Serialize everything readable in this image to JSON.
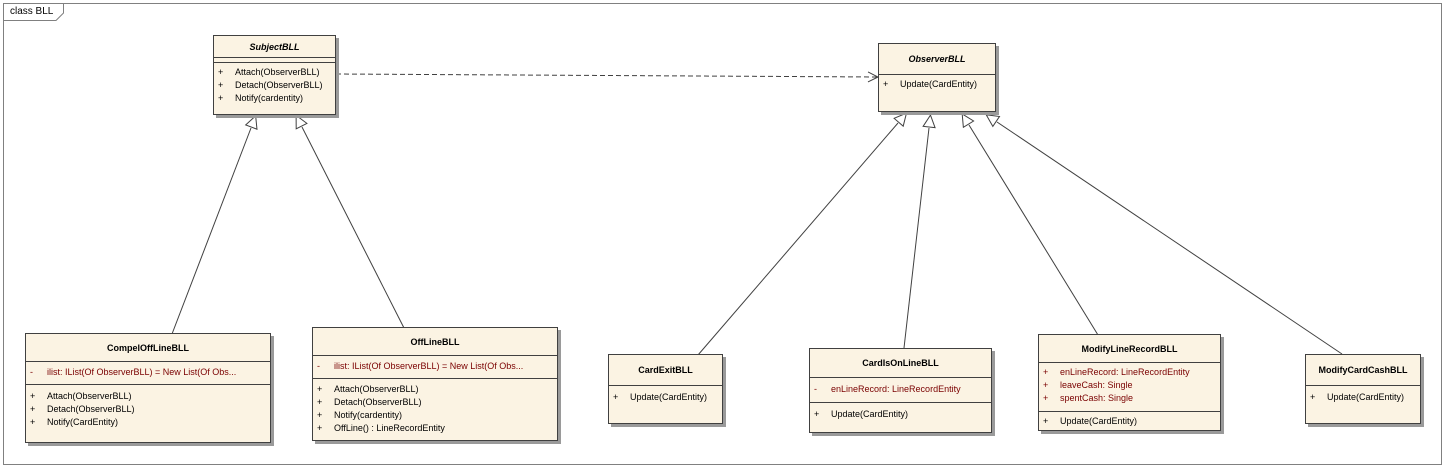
{
  "frame": {
    "label": "class BLL"
  },
  "classes": {
    "subject": {
      "name": "SubjectBLL",
      "attributes": [],
      "operations": [
        {
          "vis": "+",
          "sig": "Attach(ObserverBLL)"
        },
        {
          "vis": "+",
          "sig": "Detach(ObserverBLL)"
        },
        {
          "vis": "+",
          "sig": "Notify(cardentity)"
        }
      ]
    },
    "observer": {
      "name": "ObserverBLL",
      "operations": [
        {
          "vis": "+",
          "sig": "Update(CardEntity)"
        }
      ]
    },
    "compel": {
      "name": "CompelOffLineBLL",
      "attributes": [
        {
          "vis": "-",
          "sig": "ilist:  IList(Of ObserverBLL) = New List(Of Obs..."
        }
      ],
      "operations": [
        {
          "vis": "+",
          "sig": "Attach(ObserverBLL)"
        },
        {
          "vis": "+",
          "sig": "Detach(ObserverBLL)"
        },
        {
          "vis": "+",
          "sig": "Notify(CardEntity)"
        }
      ]
    },
    "offline": {
      "name": "OffLineBLL",
      "attributes": [
        {
          "vis": "-",
          "sig": "ilist:  IList(Of ObserverBLL) = New List(Of Obs..."
        }
      ],
      "operations": [
        {
          "vis": "+",
          "sig": "Attach(ObserverBLL)"
        },
        {
          "vis": "+",
          "sig": "Detach(ObserverBLL)"
        },
        {
          "vis": "+",
          "sig": "Notify(cardentity)"
        },
        {
          "vis": "+",
          "sig": "OffLine() : LineRecordEntity"
        }
      ]
    },
    "cardexit": {
      "name": "CardExitBLL",
      "operations": [
        {
          "vis": "+",
          "sig": "Update(CardEntity)"
        }
      ]
    },
    "cardisonline": {
      "name": "CardIsOnLineBLL",
      "attributes": [
        {
          "vis": "-",
          "sig": "enLineRecord:  LineRecordEntity"
        }
      ],
      "operations": [
        {
          "vis": "+",
          "sig": "Update(CardEntity)"
        }
      ]
    },
    "modifyline": {
      "name": "ModifyLineRecordBLL",
      "attributes": [
        {
          "vis": "+",
          "sig": "enLineRecord:  LineRecordEntity"
        },
        {
          "vis": "+",
          "sig": "leaveCash:  Single"
        },
        {
          "vis": "+",
          "sig": "spentCash:  Single"
        }
      ],
      "operations": [
        {
          "vis": "+",
          "sig": "Update(CardEntity)"
        }
      ]
    },
    "modifycash": {
      "name": "ModifyCardCashBLL",
      "operations": [
        {
          "vis": "+",
          "sig": "Update(CardEntity)"
        }
      ]
    }
  }
}
